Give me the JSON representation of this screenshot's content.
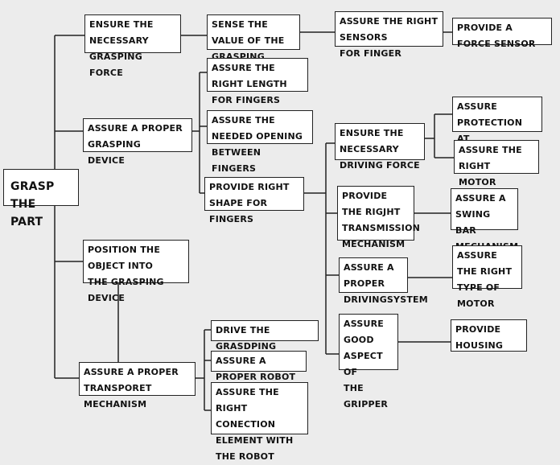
{
  "diagram": {
    "root": "GRASP THE PART",
    "level1": {
      "ensure_force": "ENSURE THE NECESSARY\nGRASPING FORCE",
      "grasping_device": "ASSURE A PROPER GRASPING\nDEVICE",
      "position_object": "POSITION THE OBJECT INTO\nTHE GRASPING DEVICE",
      "transport": "ASSURE A PROPER TRANSPORET\nMECHANISM"
    },
    "level2": {
      "sense_value": "SENSE THE VALUE OF THE\nGRASPING FORCE",
      "right_length": "ASSURE THE RIGHT LENGTH\nFOR FINGERS",
      "needed_opening": "ASSURE THE NEEDED OPENING\nBETWEEN FINGERS",
      "right_shape": "PROVIDE RIGHT SHAPE FOR\nFINGERS",
      "drive_device": "DRIVE THE GRASDPING DEVICE",
      "proper_robot": "ASSURE A PROPER ROBOT",
      "connection": "ASSURE THE RIGHT\nCONECTION ELEMENT WITH\nTHE ROBOT"
    },
    "level3": {
      "right_sensors": "ASSURE THE RIGHT SENSORS\nFOR FINGER",
      "driving_force": "ENSURE THE NECESSARY\nDRIVING FORCE",
      "transmission": "PROVIDE THE RIGJHT\nTRANSMISSION\nMECHANISM",
      "driving_system": "ASSURE A PROPER\nDRIVINGSYSTEM",
      "good_aspect": "ASSURE GOOD\nASPECT OF\nTHE GRIPPER"
    },
    "level4": {
      "force_sensor": "PROVIDE A FORCE SENSOR",
      "noise": "ASSURE PROTECTION AT\nNOISE",
      "right_motor": "ASSURE THE RIGHT\nMOTOR",
      "swing_bar": "ASSURE A SWING\nBAR MECHANISM",
      "type_motor": "ASSURE THE RIGHT\nTYPE OF MOTOR",
      "housing": "PROVIDE HOUSING"
    }
  },
  "colors": {
    "line": "#222222",
    "box_fill": "#ffffff",
    "background": "#ececec"
  }
}
